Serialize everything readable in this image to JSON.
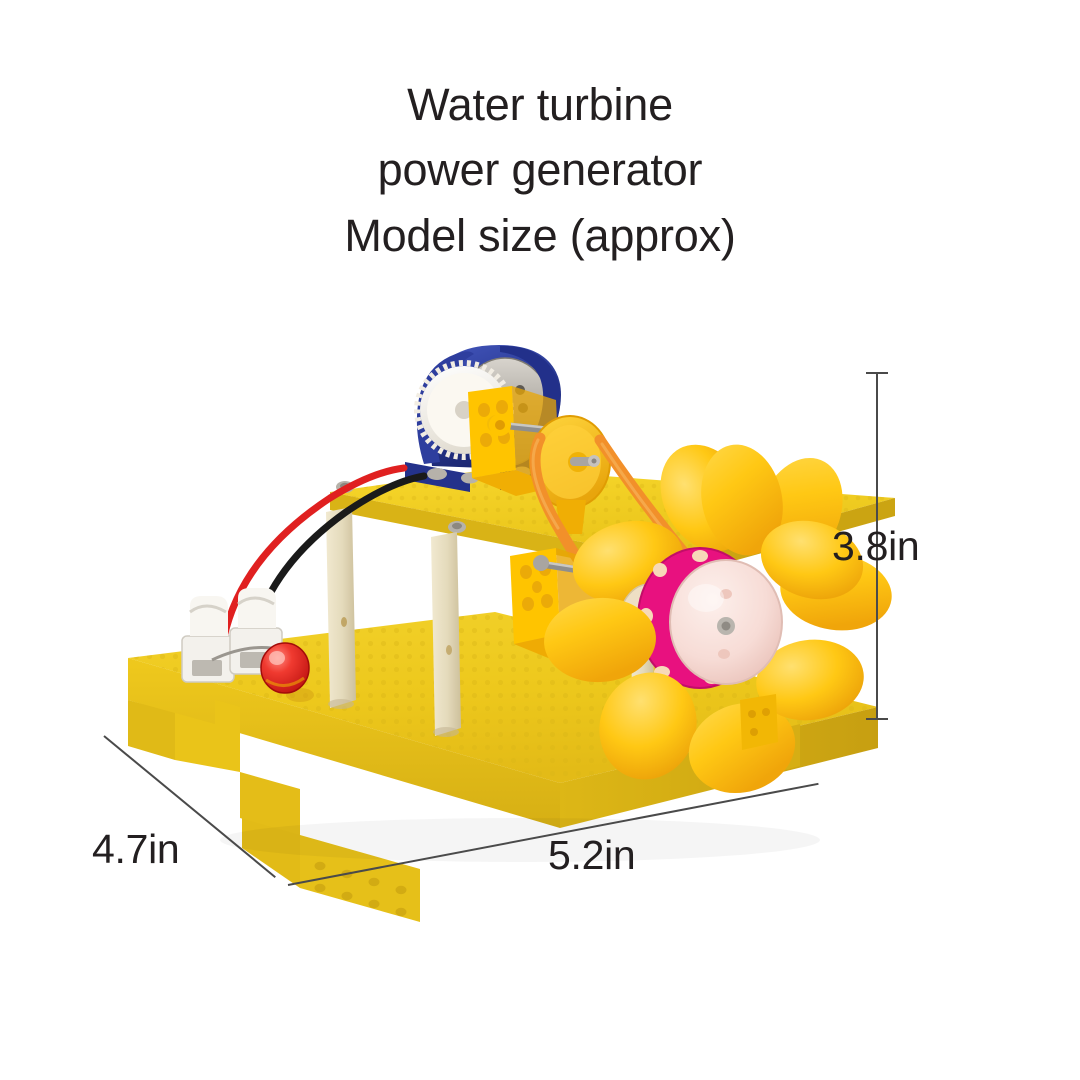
{
  "page": {
    "background_color": "#ffffff"
  },
  "title": {
    "lines": [
      "Water turbine",
      "power generator",
      "Model size (approx)"
    ],
    "color": "#231f20"
  },
  "dimensions": {
    "height": {
      "label": "3.8in",
      "axis": "vertical"
    },
    "depth": {
      "label": "4.7in",
      "axis": "diagonal-depth"
    },
    "width": {
      "label": "5.2in",
      "axis": "diagonal-width"
    },
    "line_color": "#4a4a4a"
  },
  "product": {
    "name": "water-turbine-power-generator-model",
    "colors": {
      "base_plate_yellow": "#EDC81C",
      "base_plate_shadow": "#D9B316",
      "base_plate_edge": "#C9A413",
      "upper_deck_yellow": "#F2CE1E",
      "turbine_blade_yellow": "#FFC814",
      "turbine_blade_shade": "#F0A70A",
      "hub_magenta": "#E8117F",
      "hub_center_pink": "#F7DCD6",
      "motor_blue": "#2A3A94",
      "motor_body_silver": "#B9B5AE",
      "gear_white": "#F6F3EC",
      "bracket_yellow": "#FFC400",
      "belt_orange": "#F2902A",
      "wood_post": "#E8DFC0",
      "wood_post_shade": "#D4C9A4",
      "terminal_white": "#F3F1EC",
      "led_red": "#E8201E",
      "wire_red": "#E02020",
      "wire_black": "#1a1a1a",
      "screw_silver": "#ADA9A2",
      "shaft_steel": "#8E8E8E"
    },
    "parts": [
      {
        "name": "base-plate",
        "label": "perforated yellow base plate"
      },
      {
        "name": "upper-deck",
        "label": "perforated yellow upper deck"
      },
      {
        "name": "support-post",
        "label": "wooden dowel support post",
        "count": 4
      },
      {
        "name": "dc-motor",
        "label": "blue DC generator motor"
      },
      {
        "name": "white-gear",
        "label": "white spur gear"
      },
      {
        "name": "motor-bracket",
        "label": "yellow motor L-bracket"
      },
      {
        "name": "drive-pulley",
        "label": "yellow drive pulley"
      },
      {
        "name": "drive-belt",
        "label": "orange rubber drive belt"
      },
      {
        "name": "shaft-bracket",
        "label": "yellow shaft bracket"
      },
      {
        "name": "turbine-wheel",
        "label": "yellow spoon-blade turbine wheel"
      },
      {
        "name": "turbine-hub",
        "label": "magenta turbine hub ring"
      },
      {
        "name": "turbine-cap",
        "label": "translucent pink hub cap"
      },
      {
        "name": "terminal-block",
        "label": "white spring terminal clips",
        "count": 2
      },
      {
        "name": "led-lamp",
        "label": "red LED lamp"
      },
      {
        "name": "wire-red",
        "label": "red lead wire"
      },
      {
        "name": "wire-black",
        "label": "black lead wire"
      },
      {
        "name": "vent-holes",
        "label": "vent hole grid on base skirt"
      }
    ],
    "turbine": {
      "blade_count": 10
    }
  }
}
